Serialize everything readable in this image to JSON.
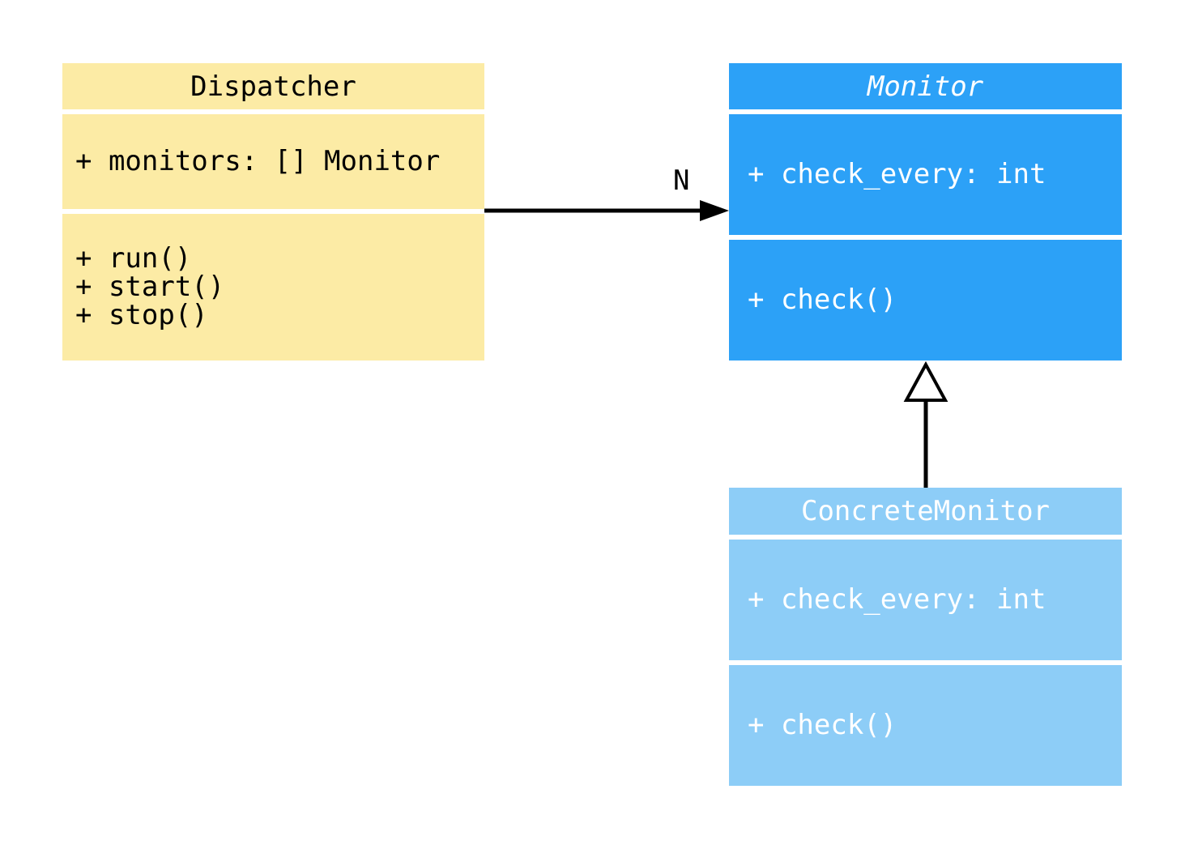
{
  "diagram": {
    "type": "uml-class-diagram",
    "background": "#ffffff",
    "classes": [
      {
        "name": "Dispatcher",
        "name_style": "normal",
        "fill": "#FCEBA5",
        "text_color": "#000000",
        "attributes": [
          "+ monitors: [] Monitor"
        ],
        "methods": [
          "+ run()",
          "+ start()",
          "+ stop()"
        ]
      },
      {
        "name": "Monitor",
        "name_style": "italic",
        "fill": "#2CA1F7",
        "text_color": "#FFFFFF",
        "attributes": [
          "+ check_every: int"
        ],
        "methods": [
          "+ check()"
        ]
      },
      {
        "name": "ConcreteMonitor",
        "name_style": "normal",
        "fill": "#8DCDF7",
        "text_color": "#FFFFFF",
        "attributes": [
          "+ check_every: int"
        ],
        "methods": [
          "+ check()"
        ]
      }
    ],
    "relations": [
      {
        "type": "association",
        "from": "Dispatcher",
        "to": "Monitor",
        "label": "N",
        "line_color": "#000000"
      },
      {
        "type": "inheritance",
        "from": "ConcreteMonitor",
        "to": "Monitor",
        "line_color": "#000000"
      }
    ]
  }
}
